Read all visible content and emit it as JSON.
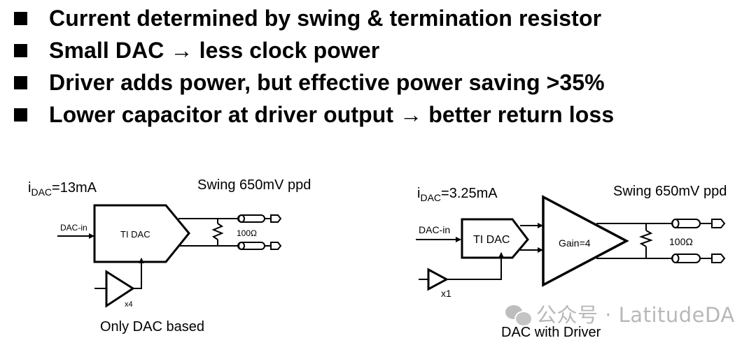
{
  "bullets": [
    "Current determined by swing & termination resistor",
    "Small DAC → less clock power",
    "Driver adds power, but effective power saving >35%",
    "Lower capacitor at driver output → better return loss"
  ],
  "left_diagram": {
    "current_prefix": "i",
    "current_sub": "DAC",
    "current_value": "=13mA",
    "swing": "Swing 650mV ppd",
    "input_label": "DAC-in",
    "block_label": "TI DAC",
    "resistor_label": "100Ω",
    "buffer_gain": "x4",
    "caption": "Only DAC based"
  },
  "right_diagram": {
    "current_prefix": "i",
    "current_sub": "DAC",
    "current_value": "=3.25mA",
    "swing": "Swing 650mV ppd",
    "input_label": "DAC-in",
    "block_label": "TI DAC",
    "driver_label": "Gain=4",
    "resistor_label": "100Ω",
    "buffer_gain": "x1",
    "caption": "DAC with Driver"
  },
  "watermark": {
    "icon": "wechat-icon",
    "text": "公众号 · LatitudeDA"
  }
}
